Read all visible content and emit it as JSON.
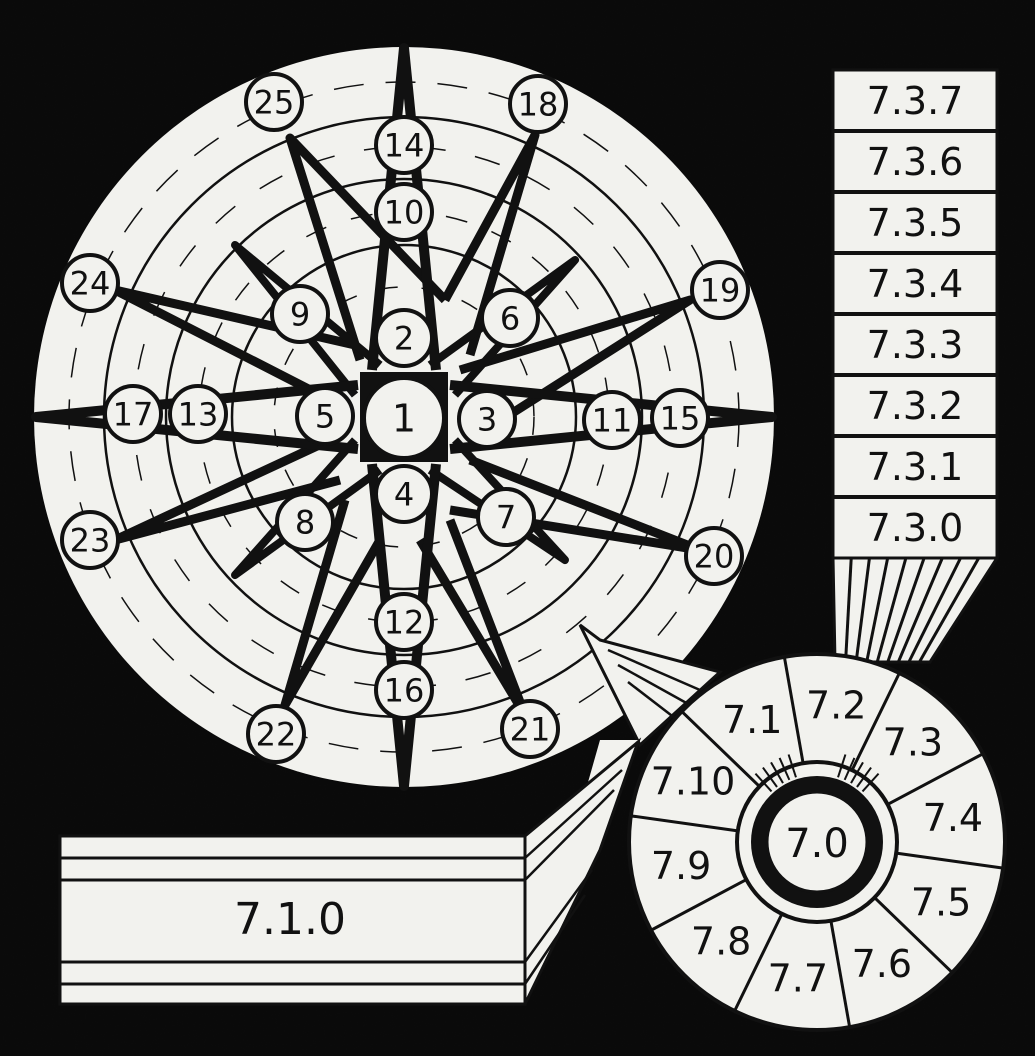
{
  "colors": {
    "background": "#0b0b0b",
    "paper": "#f2f2ee",
    "ink": "#111111"
  },
  "wheel": {
    "center_label": "1",
    "markers": [
      "2",
      "3",
      "4",
      "5",
      "6",
      "7",
      "8",
      "9",
      "10",
      "11",
      "12",
      "13",
      "14",
      "15",
      "16",
      "17",
      "18",
      "19",
      "20",
      "21",
      "22",
      "23",
      "24",
      "25"
    ]
  },
  "column": {
    "labels": [
      "7.3.7",
      "7.3.6",
      "7.3.5",
      "7.3.4",
      "7.3.3",
      "7.3.2",
      "7.3.1",
      "7.3.0"
    ]
  },
  "small_wheel": {
    "center_label": "7.0",
    "segments": [
      "7.1",
      "7.2",
      "7.3",
      "7.4",
      "7.5",
      "7.6",
      "7.7",
      "7.8",
      "7.9",
      "7.10"
    ]
  },
  "base_bar": {
    "label": "7.1.0"
  }
}
